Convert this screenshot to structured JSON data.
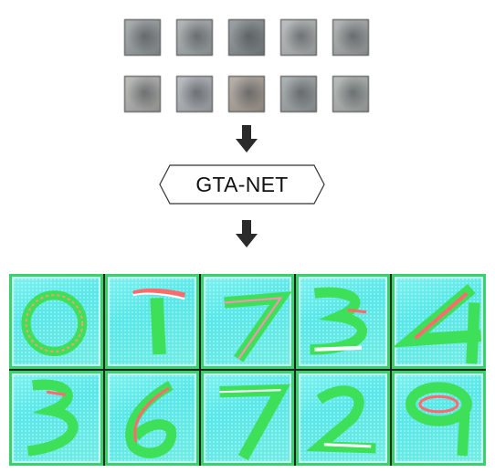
{
  "inputs": {
    "row1": [
      {
        "tone": "#8f9596",
        "icon": "digit-thumbnail"
      },
      {
        "tone": "#9aa0a1",
        "icon": "digit-thumbnail"
      },
      {
        "tone": "#7d8487",
        "icon": "digit-thumbnail"
      },
      {
        "tone": "#a9adad",
        "icon": "digit-thumbnail"
      },
      {
        "tone": "#9ca0a0",
        "icon": "digit-thumbnail"
      }
    ],
    "row2": [
      {
        "tone": "#a7a8a6",
        "icon": "digit-thumbnail"
      },
      {
        "tone": "#a5aaaf",
        "icon": "digit-thumbnail"
      },
      {
        "tone": "#a39a91",
        "icon": "digit-thumbnail"
      },
      {
        "tone": "#959b9c",
        "icon": "digit-thumbnail"
      },
      {
        "tone": "#a3aaa7",
        "icon": "digit-thumbnail"
      }
    ]
  },
  "network": {
    "label": "GTA-NET"
  },
  "outputs": {
    "row1": [
      {
        "digit": "0"
      },
      {
        "digit": "1"
      },
      {
        "digit": "7"
      },
      {
        "digit": "3"
      },
      {
        "digit": "4"
      }
    ],
    "row2": [
      {
        "digit": "3"
      },
      {
        "digit": "6"
      },
      {
        "digit": "7"
      },
      {
        "digit": "2"
      },
      {
        "digit": "9"
      }
    ]
  },
  "colors": {
    "arrow": "#2b2b2b",
    "tile_base": "#6cecec",
    "stroke_green": "#3ee05a",
    "stroke_red": "#ff6b6b",
    "stroke_white": "#ffffff"
  }
}
